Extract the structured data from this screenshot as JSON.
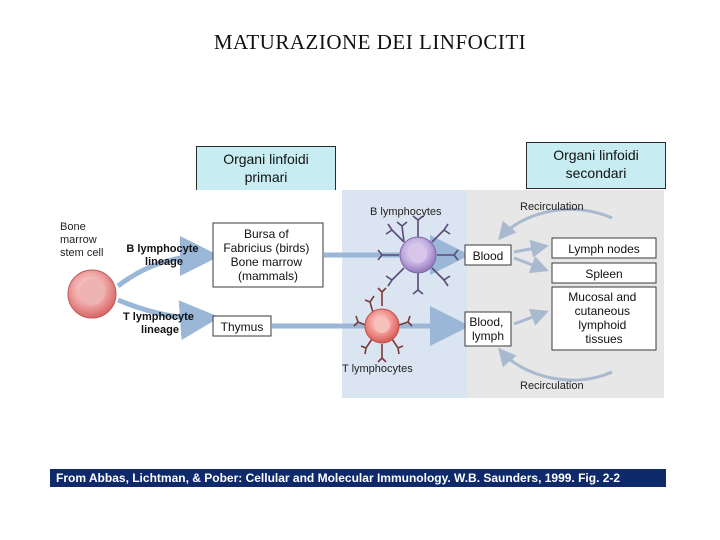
{
  "title": "MATURAZIONE DEI LINFOCITI",
  "callouts": {
    "primary_line1": "Organi linfoidi",
    "primary_line2": "primari",
    "secondary_line1": "Organi linfoidi",
    "secondary_line2": "secondari"
  },
  "diagram": {
    "stem_cell_lines": [
      "Bone",
      "marrow",
      "stem cell"
    ],
    "b_lineage_lines": [
      "B lymphocyte",
      "lineage"
    ],
    "t_lineage_lines": [
      "T lymphocyte",
      "lineage"
    ],
    "primary_b_lines": [
      "Bursa of",
      "Fabricius (birds)",
      "Bone marrow",
      "(mammals)"
    ],
    "thymus": "Thymus",
    "b_lymphocytes": "B lymphocytes",
    "t_lymphocytes": "T lymphocytes",
    "blood": "Blood",
    "blood_lymph_lines": [
      "Blood,",
      "lymph"
    ],
    "recirculation_top": "Recirculation",
    "recirculation_bottom": "Recirculation",
    "lymph_nodes": "Lymph nodes",
    "spleen": "Spleen",
    "mucosal_lines": [
      "Mucosal and",
      "cutaneous",
      "lymphoid",
      "tissues"
    ]
  },
  "credit": "From Abbas, Lichtman, & Pober: Cellular and Molecular Immunology. W.B. Saunders, 1999. Fig. 2-2",
  "colors": {
    "callout_fill": "#c7edf3",
    "panel_blue": "#dbe4f1",
    "panel_grey": "#e7e7e7",
    "b_cell": "#b49ad0",
    "t_cell": "#e8706c",
    "arrow": "#9ab7d8",
    "credit_bar": "#0e2a6a"
  }
}
